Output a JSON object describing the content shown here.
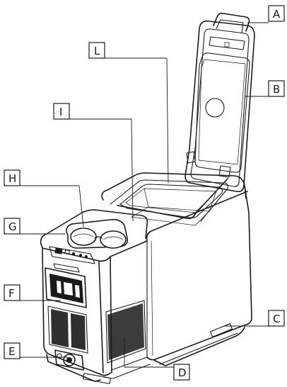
{
  "callouts": [
    {
      "id": "A",
      "label": "A"
    },
    {
      "id": "B",
      "label": "B"
    },
    {
      "id": "C",
      "label": "C"
    },
    {
      "id": "D",
      "label": "D"
    },
    {
      "id": "E",
      "label": "E"
    },
    {
      "id": "F",
      "label": "F"
    },
    {
      "id": "G",
      "label": "G"
    },
    {
      "id": "H",
      "label": "H"
    },
    {
      "id": "I",
      "label": "I"
    },
    {
      "id": "L",
      "label": "L"
    }
  ],
  "colors": {
    "line": "#1a1a1a",
    "background": "#ffffff"
  }
}
